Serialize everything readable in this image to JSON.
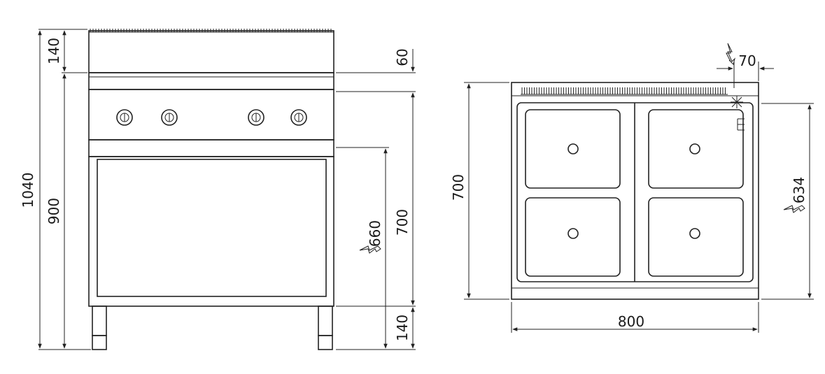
{
  "front_view": {
    "dims": {
      "total_height": "1040",
      "top_section": "140",
      "body_height": "900",
      "backsplash_drop": "60",
      "work_height": "700",
      "connection_height": "660",
      "leg_height": "140"
    }
  },
  "top_view": {
    "dims": {
      "depth": "700",
      "connection_offset": "70",
      "inner_depth": "634",
      "width": "800"
    }
  },
  "icons": {
    "electric": "lightning-bolt-icon",
    "knob": "control-knob-icon",
    "equipotential": "equipotential-ground-icon"
  },
  "colors": {
    "line": "#222222",
    "background": "#ffffff"
  }
}
